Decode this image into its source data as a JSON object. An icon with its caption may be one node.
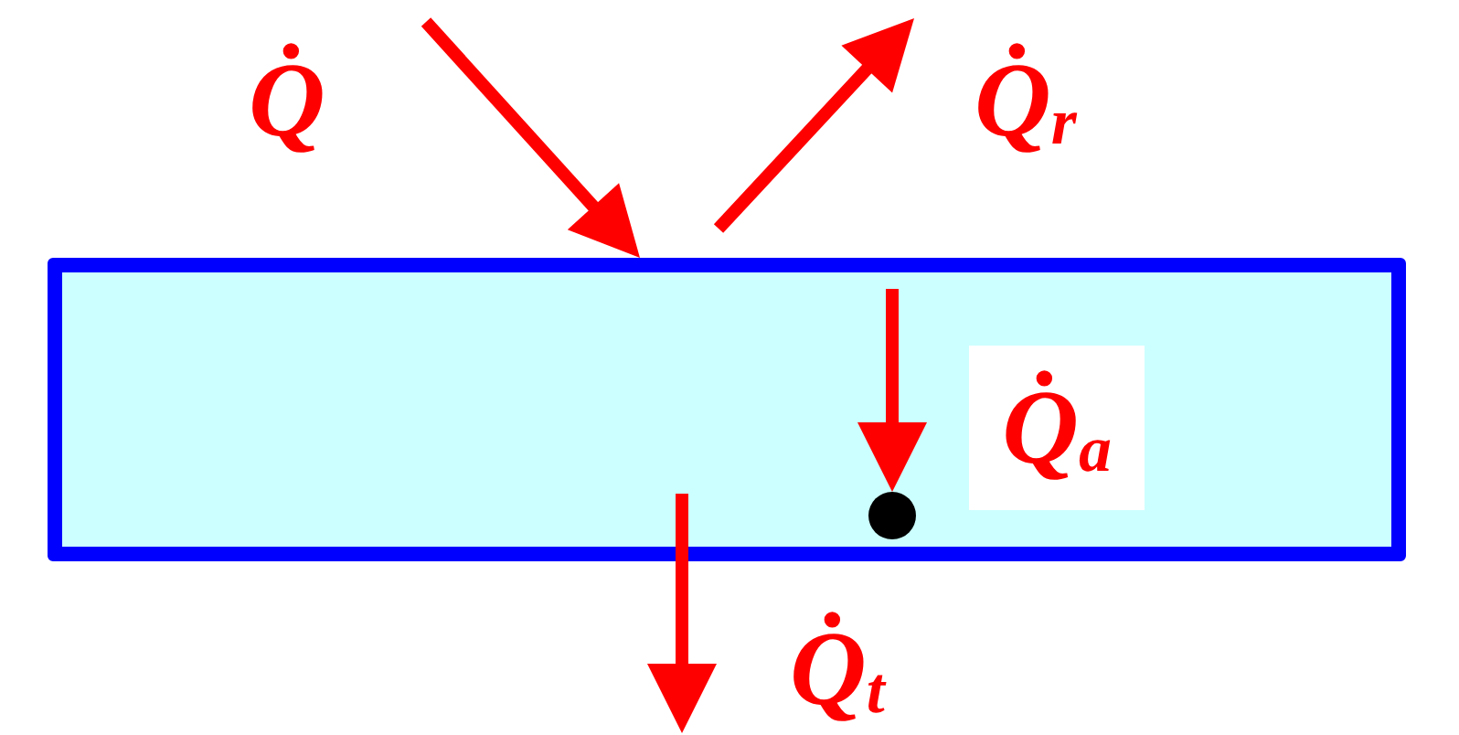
{
  "diagram": {
    "nodes": [
      {
        "text": [],
        "shape": "box"
      },
      {
        "text": [
          "Q̇$_{a}$"
        ],
        "in": 0
      },
      {
        "text": [],
        "shape": "circle",
        "in": 0
      }
    ],
    "edges": [
      {
        "from": null,
        "to": 0,
        "arrow": "to",
        "label": "Q̇"
      },
      {
        "from": 0,
        "to": null,
        "arrow": "to",
        "label": "Q̇$_{r}$"
      },
      {
        "from": null,
        "to": 2,
        "arrow": "to"
      }
    ],
    "labels": [
      "Q̇$_{t}$"
    ]
  }
}
